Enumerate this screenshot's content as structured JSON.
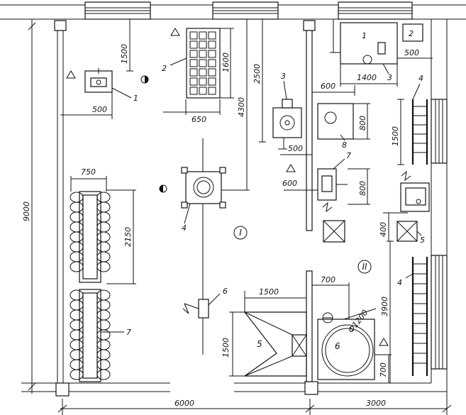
{
  "drawing": {
    "zones": [
      "I",
      "II"
    ],
    "dimensions": {
      "d1500_top": "1500",
      "d1600": "1600",
      "d2500": "2500",
      "d4300": "4300",
      "d500_left": "500",
      "d650": "650",
      "d600_top": "600",
      "d1400": "1400",
      "d500_right": "500",
      "d800_a": "800",
      "d500_mid": "500",
      "d1500_right": "1500",
      "d600_mid": "600",
      "d800_b": "800",
      "d750": "750",
      "d2150": "2150",
      "d9000": "9000",
      "d400": "400",
      "d3900": "3900",
      "d700_top": "700",
      "d1500_bottom": "1500",
      "d1500_side": "1500",
      "d1200": "Ф1200",
      "d700_bottom": "700",
      "d6000": "6000",
      "d3000": "3000"
    },
    "callouts": {
      "n1_left": "1",
      "n2": "2",
      "n3_mid": "3",
      "n4_center": "4",
      "n7_left": "7",
      "n5_bottom": "5",
      "n6_bottom": "6",
      "n6_small": "6",
      "n8": "8",
      "n7_right": "7",
      "n1_top": "1",
      "n2_top": "2",
      "n3_top": "3",
      "n4_right_top": "4",
      "n5_right": "5",
      "n4_right_bottom": "4"
    }
  }
}
